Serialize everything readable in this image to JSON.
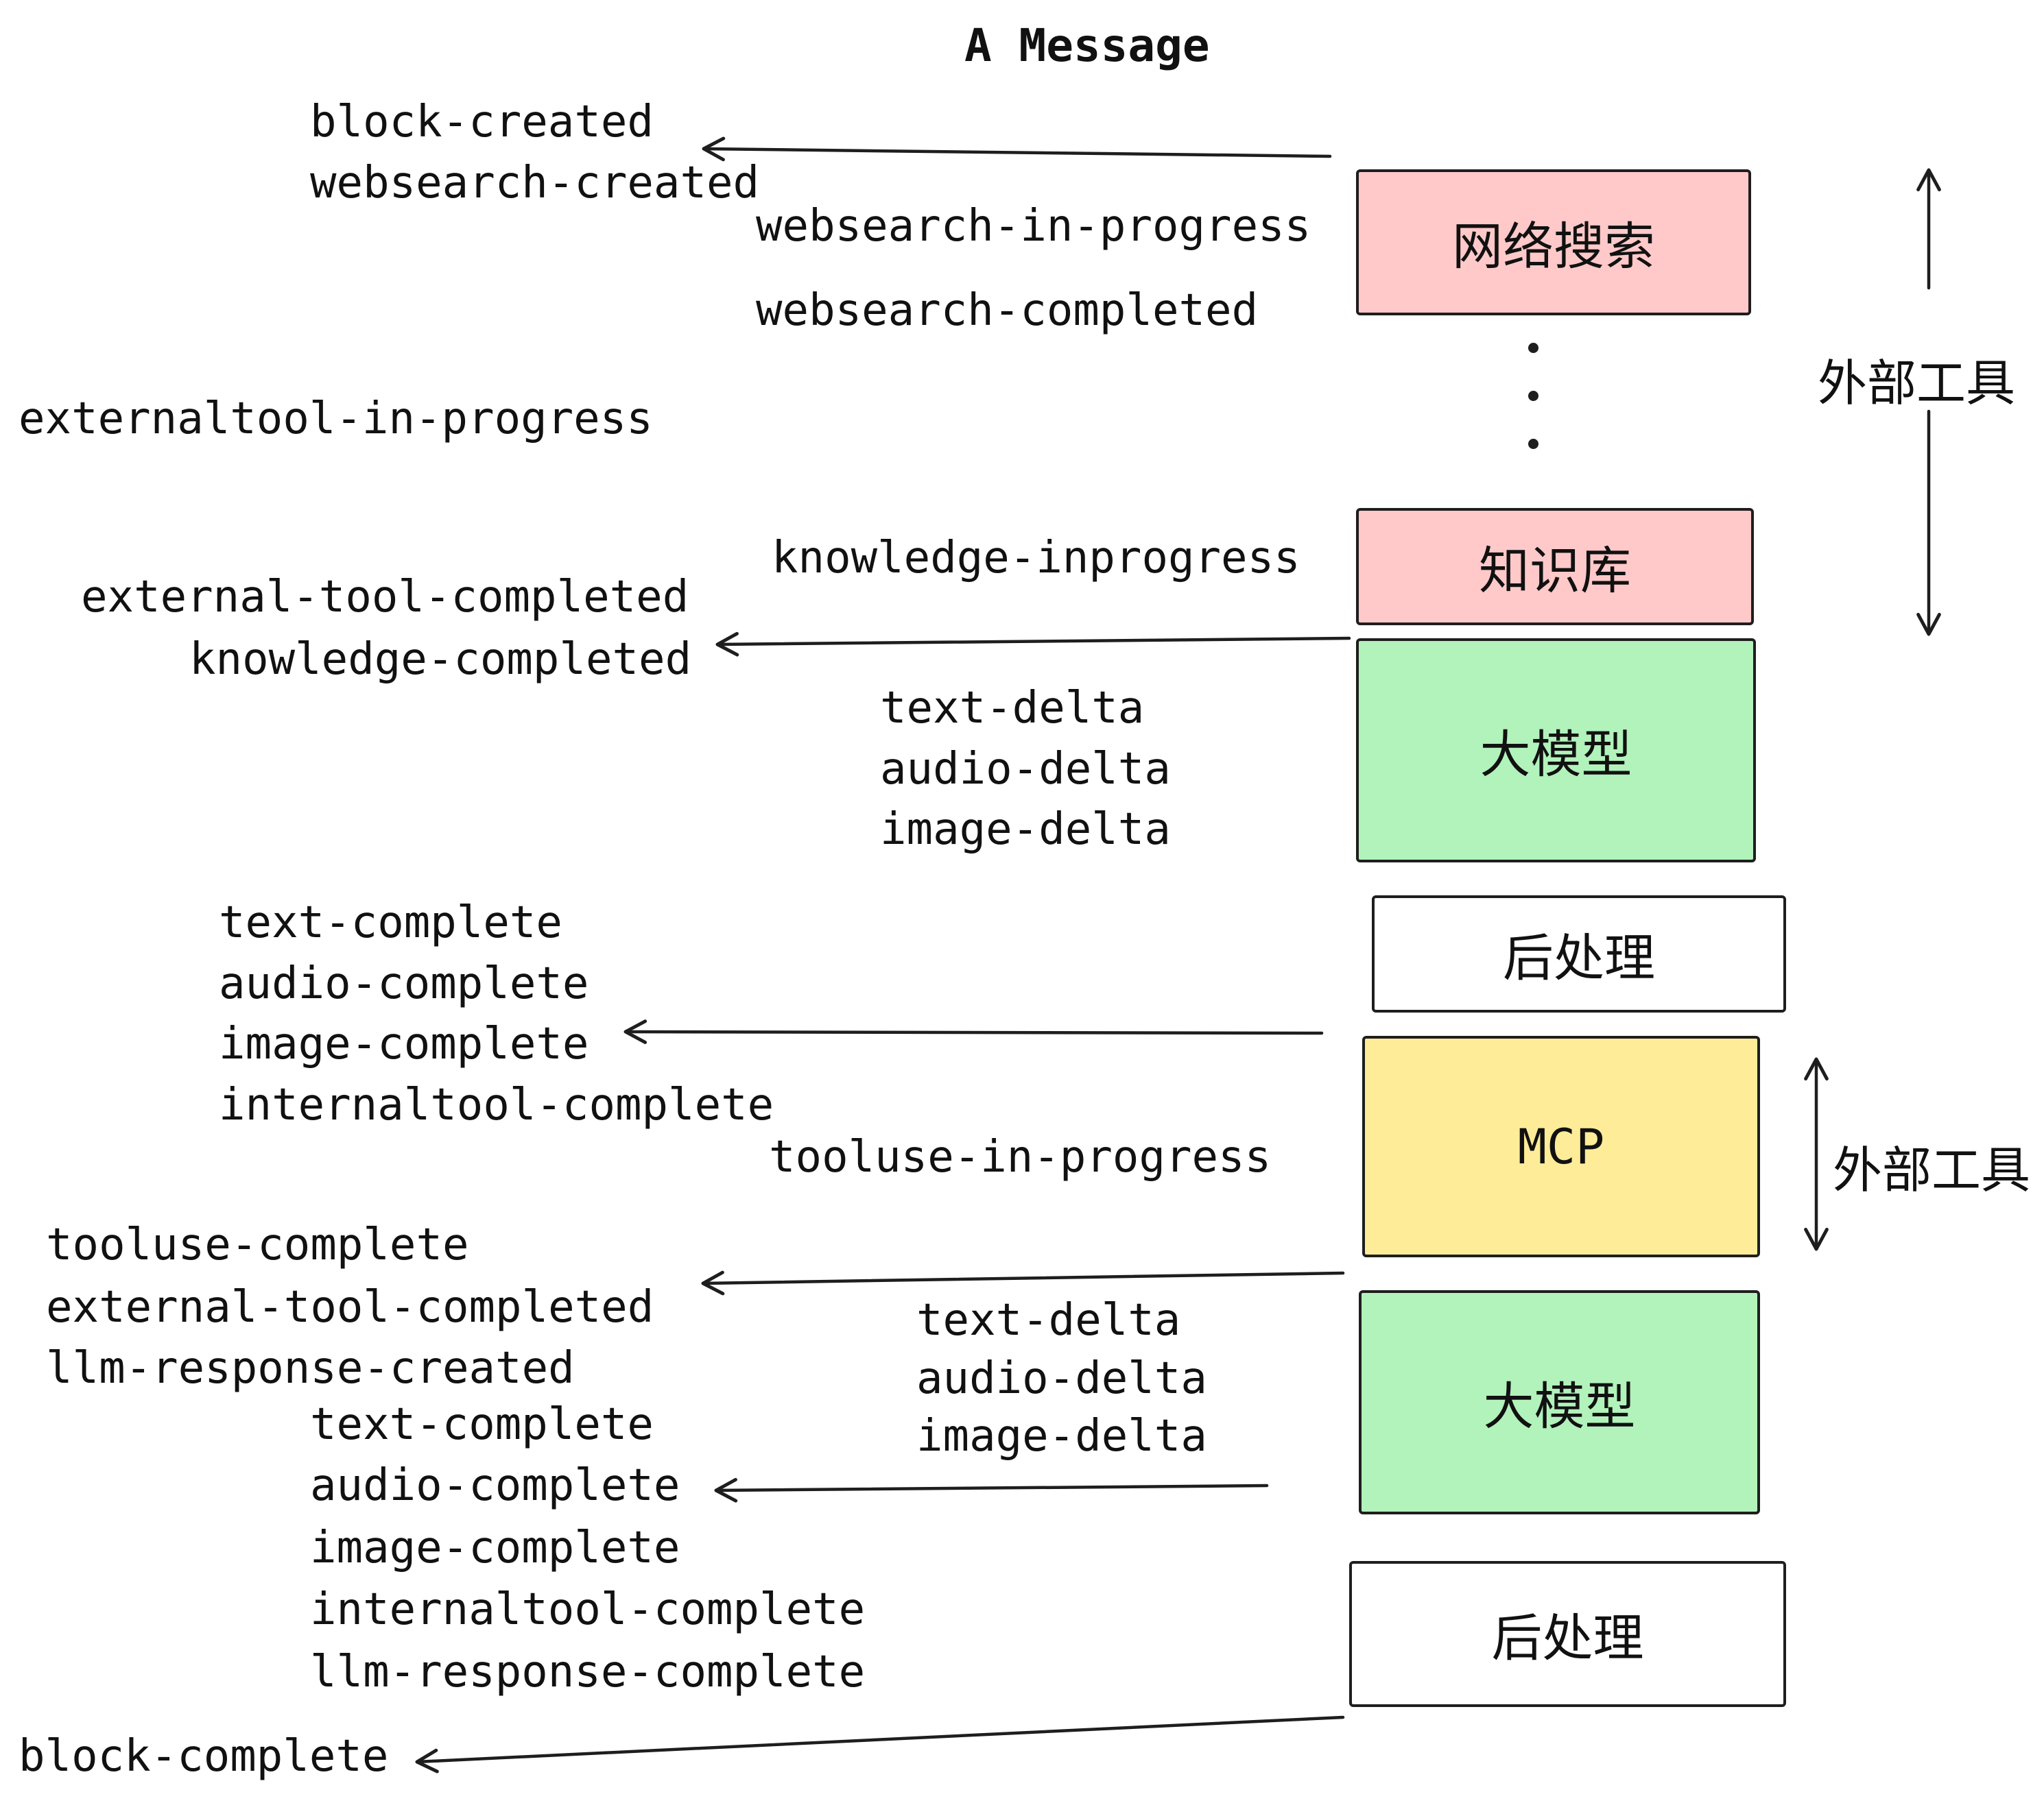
{
  "title": "A Message",
  "boxes": {
    "websearch": {
      "label": "网络搜索"
    },
    "knowledge": {
      "label": "知识库"
    },
    "llm1": {
      "label": "大模型"
    },
    "post1": {
      "label": "后处理"
    },
    "mcp": {
      "label": "MCP"
    },
    "llm2": {
      "label": "大模型"
    },
    "post2": {
      "label": "后处理"
    }
  },
  "side_labels": {
    "external_tool_top": "外部工具",
    "external_tool_mid": "外部工具"
  },
  "events": {
    "block_created": "block-created",
    "websearch_created": "websearch-created",
    "websearch_in_progress": "websearch-in-progress",
    "websearch_completed": "websearch-completed",
    "externaltool_in_progress": "externaltool-in-progress",
    "knowledge_inprogress": "knowledge-inprogress",
    "external_tool_completed_1": "external-tool-completed",
    "knowledge_completed": "knowledge-completed",
    "text_delta_1": "text-delta",
    "audio_delta_1": "audio-delta",
    "image_delta_1": "image-delta",
    "text_complete_1": "text-complete",
    "audio_complete_1": "audio-complete",
    "image_complete_1": "image-complete",
    "internaltool_complete_1": "internaltool-complete",
    "tooluse_in_progress": "tooluse-in-progress",
    "tooluse_complete": "tooluse-complete",
    "external_tool_completed_2": "external-tool-completed",
    "llm_response_created": "llm-response-created",
    "text_delta_2": "text-delta",
    "audio_delta_2": "audio-delta",
    "image_delta_2": "image-delta",
    "text_complete_2": "text-complete",
    "audio_complete_2": "audio-complete",
    "image_complete_2": "image-complete",
    "internaltool_complete_2": "internaltool-complete",
    "llm_response_complete": "llm-response-complete",
    "block_complete": "block-complete"
  },
  "colors": {
    "pink": "#ffc9c9",
    "green": "#b2f2bb",
    "yellow": "#ffec99",
    "white": "#ffffff",
    "stroke": "#1e1e1e"
  }
}
